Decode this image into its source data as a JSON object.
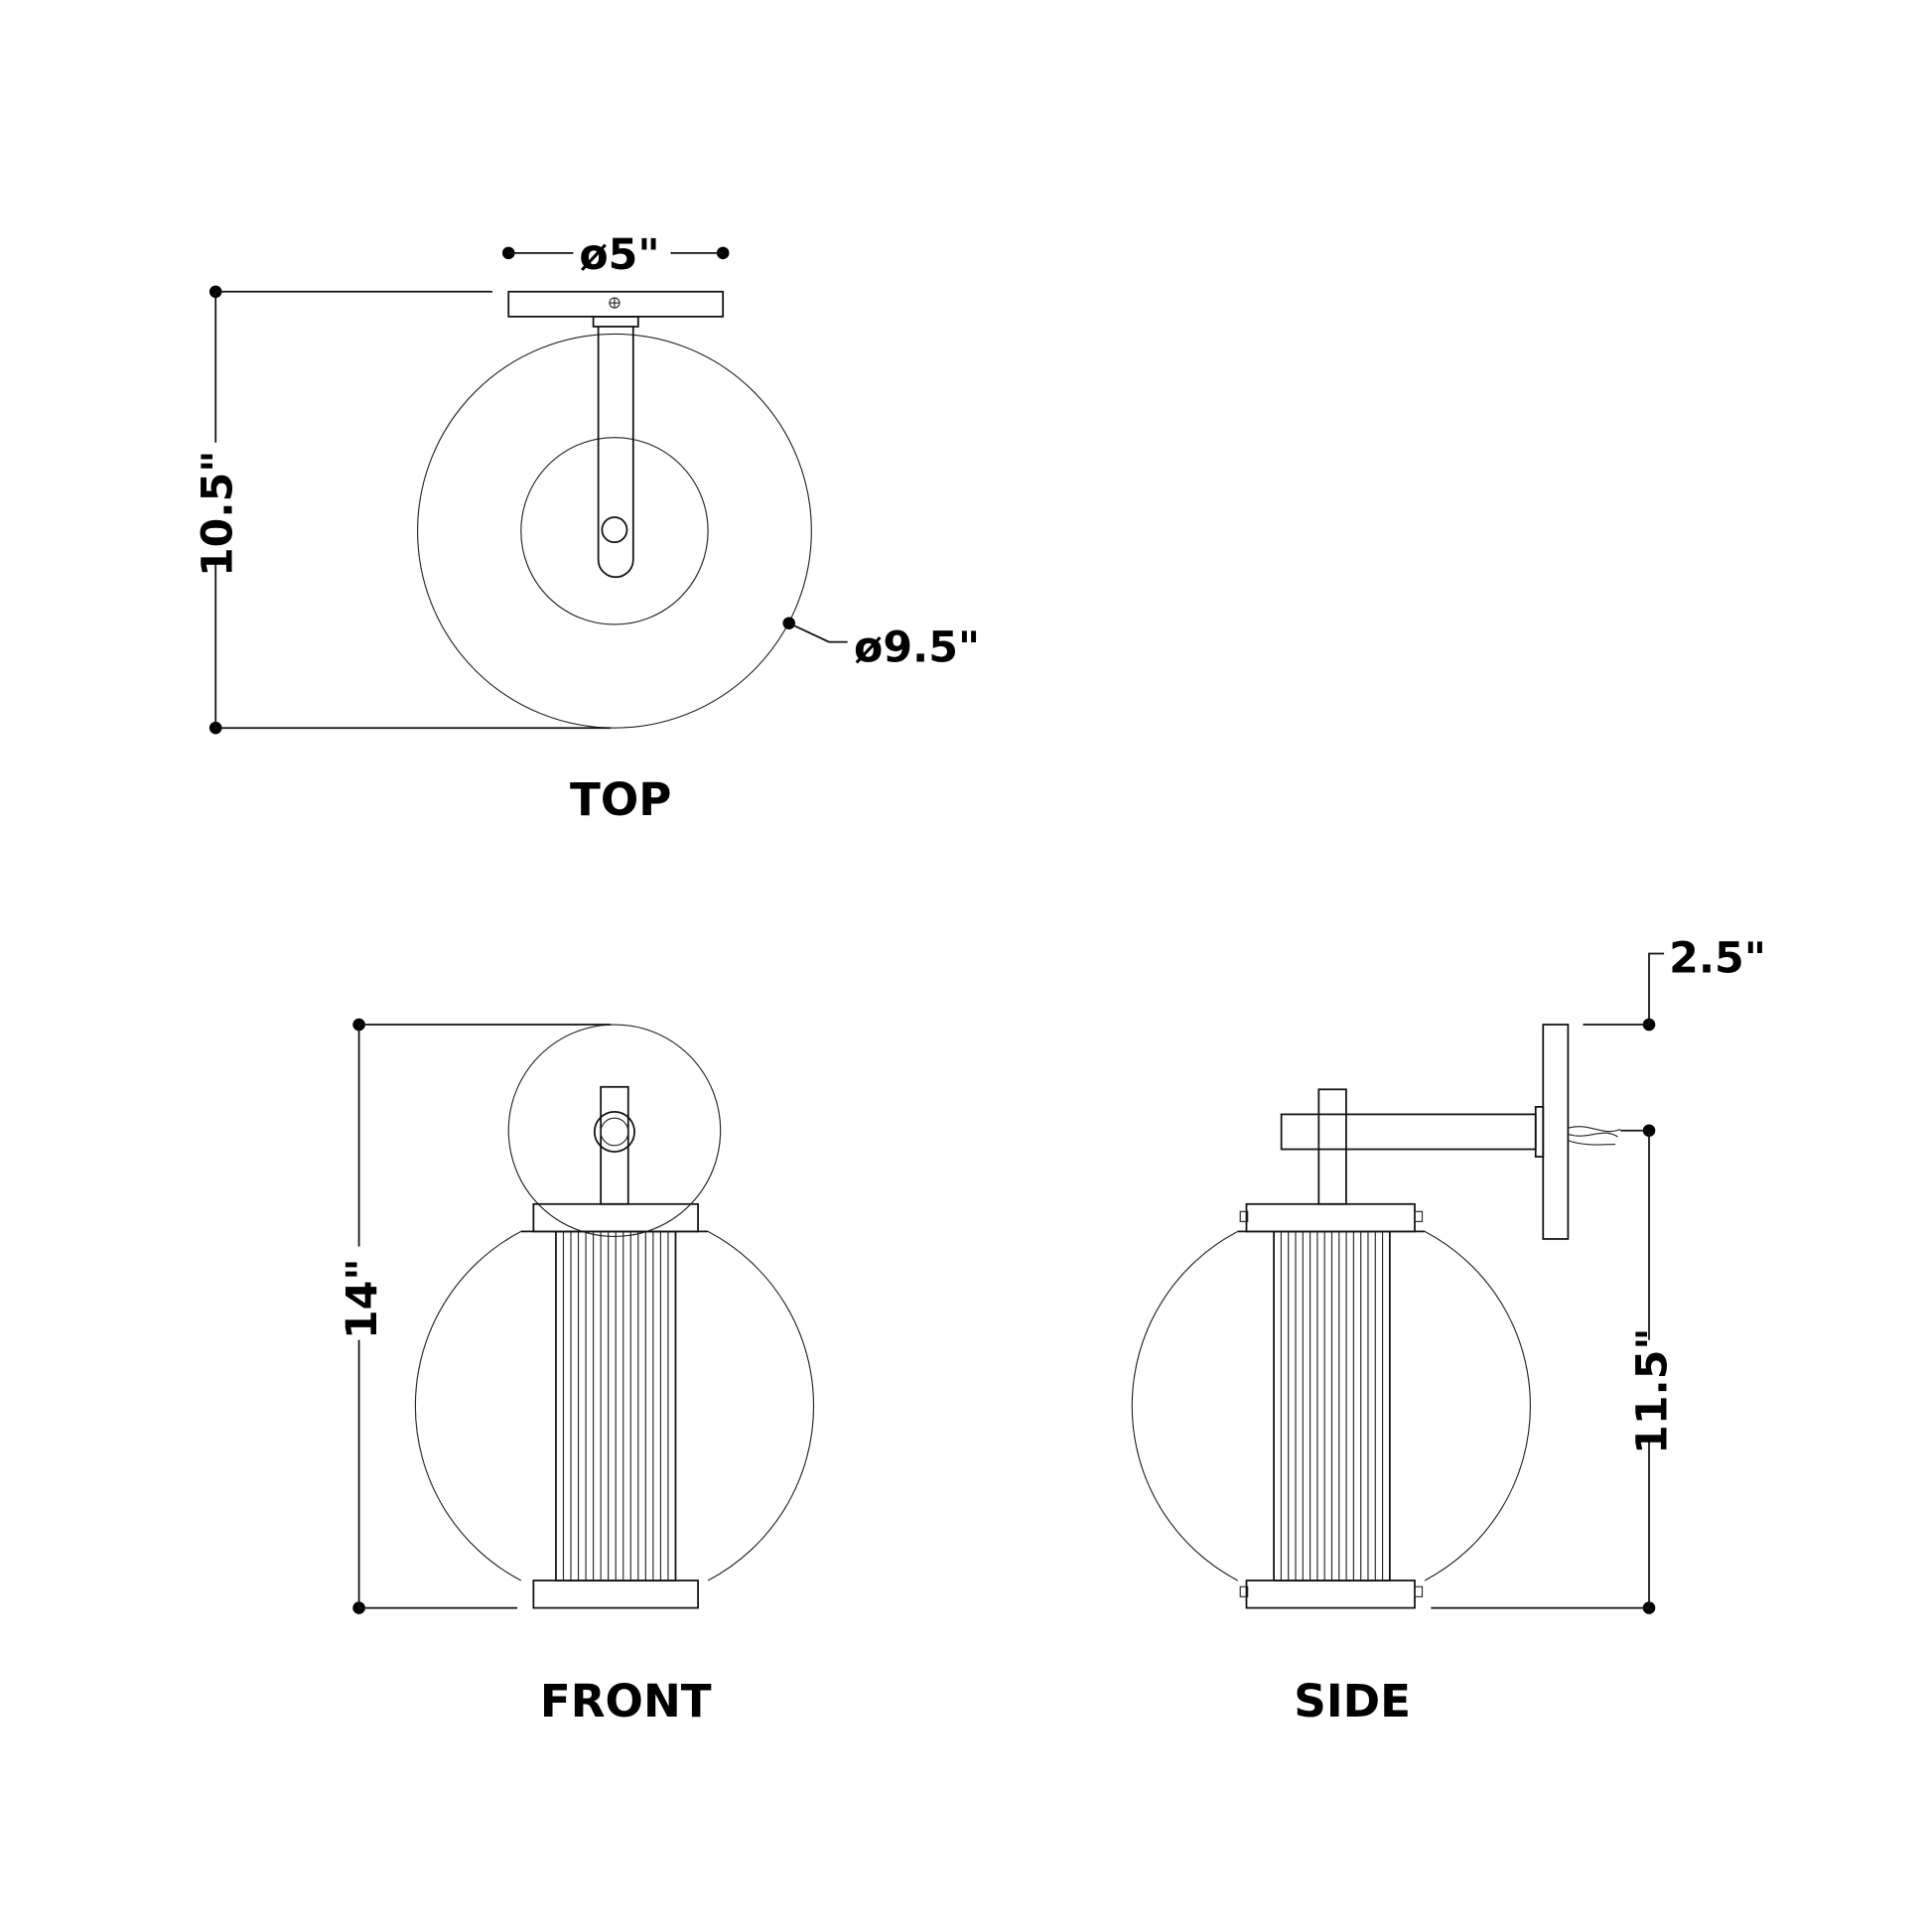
{
  "views": {
    "top": {
      "label": "TOP",
      "plate_diameter": "ø5\"",
      "depth": "10.5\"",
      "globe_diameter": "ø9.5\""
    },
    "front": {
      "label": "FRONT",
      "height": "14\""
    },
    "side": {
      "label": "SIDE",
      "plate_depth": "2.5\"",
      "mount_to_bottom": "11.5\""
    }
  },
  "colors": {
    "line": "#111111",
    "background": "#ffffff"
  }
}
